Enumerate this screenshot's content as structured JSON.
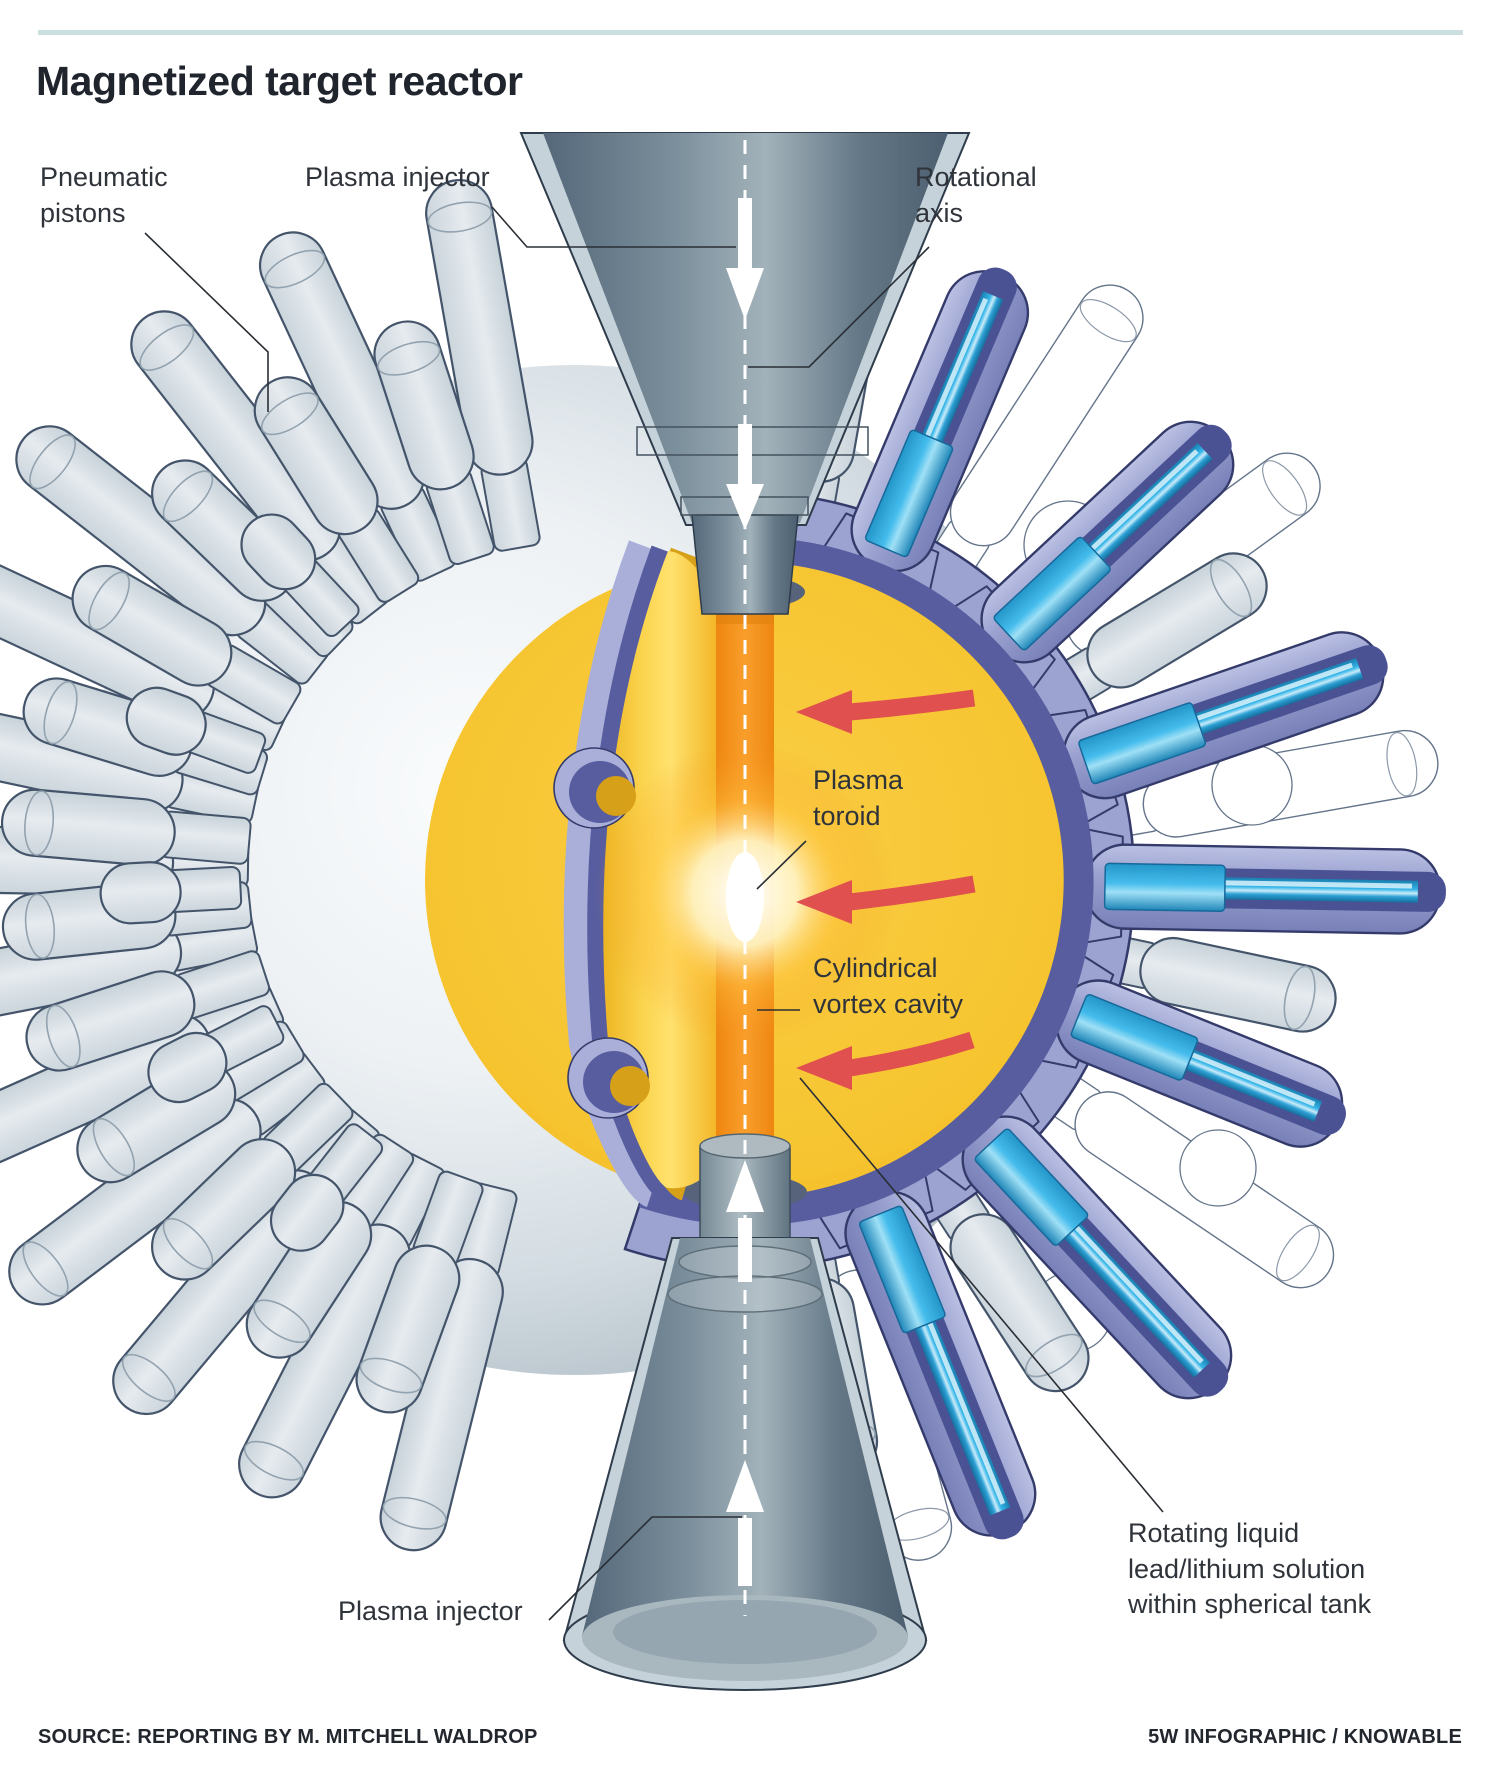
{
  "title": "Magnetized target reactor",
  "labels": {
    "pneumatic_pistons": "Pneumatic\npistons",
    "plasma_injector_top": "Plasma injector",
    "rotational_axis": "Rotational\naxis",
    "plasma_toroid": "Plasma\ntoroid",
    "cylindrical_vortex_cavity": "Cylindrical\nvortex cavity",
    "rotating_liquid": "Rotating liquid\nlead/lithium solution\nwithin spherical tank",
    "plasma_injector_bottom": "Plasma injector"
  },
  "footer": {
    "source": "SOURCE: REPORTING BY M. MITCHELL WALDROP",
    "credit": "5W INFOGRAPHIC / KNOWABLE"
  },
  "palette": {
    "top_rule": "#CBDFE0",
    "title_text": "#20252D",
    "label_text": "#2F333A",
    "tank_yellow": "#F6C42F",
    "vortex_orange": "#F6951D",
    "cut_gold": "#D7A019",
    "shell_lavender": "#9CA3D1",
    "shell_purple_dark": "#575D9F",
    "piston_cyan": "#2FA9DD",
    "piston_gray": "#DCE3E9",
    "injector_gray": "#6B7F8D",
    "rotation_arrow_red": "#E0504E",
    "flow_arrow_white": "#FFFFFF"
  }
}
